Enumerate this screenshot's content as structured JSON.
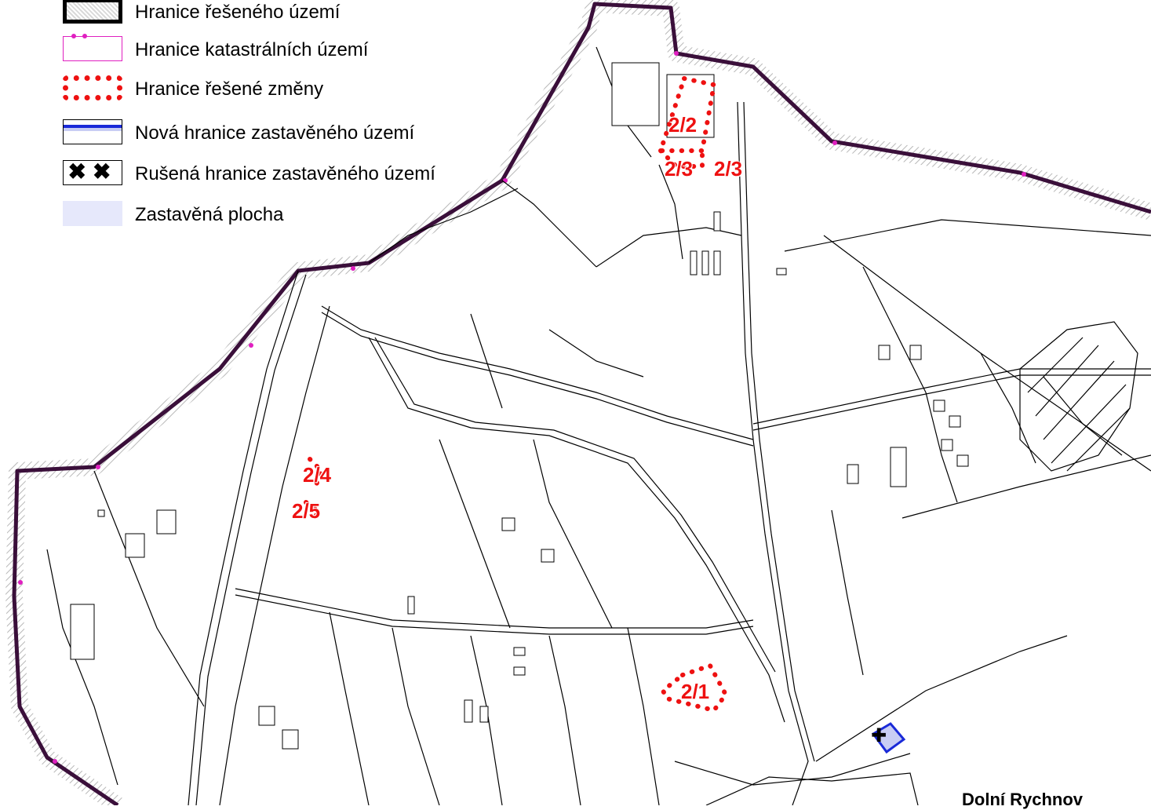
{
  "legend": {
    "items": [
      {
        "id": "boundary",
        "label": "Hranice řešeného území",
        "symbol": "thick-black-hatched-border"
      },
      {
        "id": "cadastral",
        "label": "Hranice katastrálních území",
        "symbol": "magenta-line"
      },
      {
        "id": "change",
        "label": "Hranice řešené změny",
        "symbol": "red-dotted-outline"
      },
      {
        "id": "new-built",
        "label": "Nová hranice zastavěného území",
        "symbol": "blue-line"
      },
      {
        "id": "cancelled-built",
        "label": "Rušená hranice zastavěného území",
        "symbol": "black-crosses",
        "glyph": "✖✖"
      },
      {
        "id": "built-area",
        "label": "Zastavěná plocha",
        "symbol": "light-blue-fill"
      }
    ]
  },
  "map": {
    "zones": [
      {
        "id": "2/2",
        "label": "2/2"
      },
      {
        "id": "2/3a",
        "label": "2/3"
      },
      {
        "id": "2/3b",
        "label": "2/3"
      },
      {
        "id": "2/4",
        "label": "2/4"
      },
      {
        "id": "2/5",
        "label": "2/5"
      },
      {
        "id": "2/1",
        "label": "2/1"
      }
    ],
    "place_label": "Dolní Rychnov"
  },
  "colors": {
    "territory_boundary": "#000000",
    "cadastral_boundary": "#e020c0",
    "change_boundary": "#ee1111",
    "new_built_boundary": "#1a2ad8",
    "built_area": "#e6e8fb",
    "lines": "#000000"
  }
}
